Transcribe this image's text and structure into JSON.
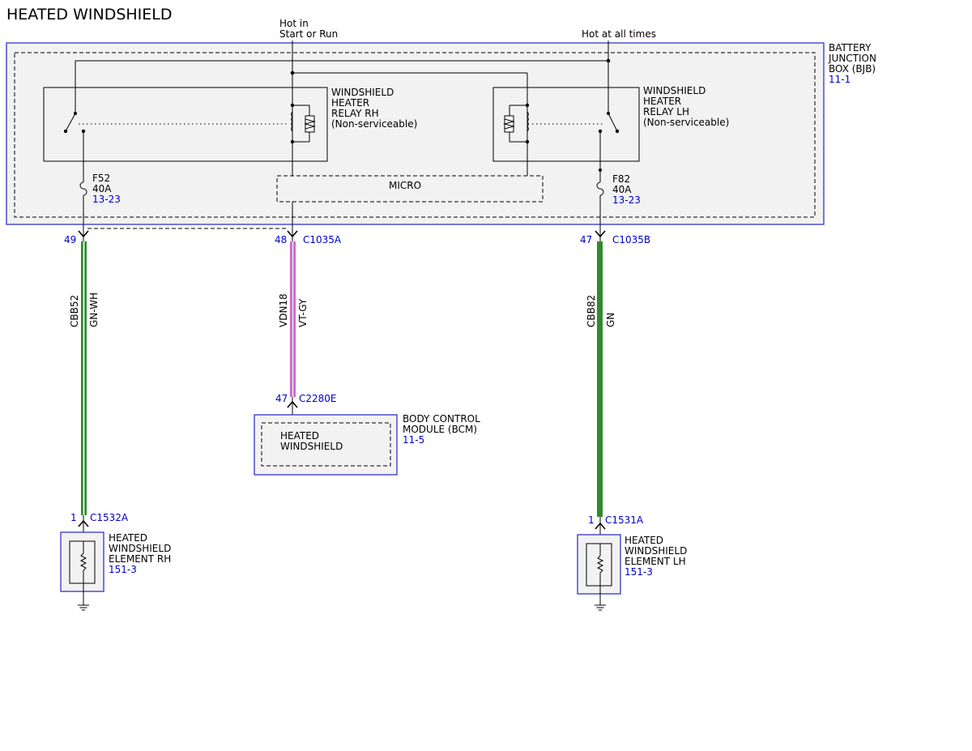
{
  "title": "HEATED WINDSHIELD",
  "power": {
    "hot_run_line1": "Hot in",
    "hot_run_line2": "Start or Run",
    "hot_always": "Hot at all times"
  },
  "bjb": {
    "line1": "BATTERY",
    "line2": "JUNCTION",
    "line3": "BOX (BJB)",
    "ref": "11-1"
  },
  "relay_rh": {
    "line1": "WINDSHIELD",
    "line2": "HEATER",
    "line3": "RELAY RH",
    "line4": "(Non-serviceable)"
  },
  "relay_lh": {
    "line1": "WINDSHIELD",
    "line2": "HEATER",
    "line3": "RELAY LH",
    "line4": "(Non-serviceable)"
  },
  "micro": "MICRO",
  "fuse_f52": {
    "name": "F52",
    "rating": "40A",
    "ref": "13-23"
  },
  "fuse_f82": {
    "name": "F82",
    "rating": "40A",
    "ref": "13-23"
  },
  "connectors": {
    "rh_bjb": {
      "pin": "49"
    },
    "micro_bjb": {
      "pin": "48",
      "name": "C1035A"
    },
    "lh_bjb": {
      "pin": "47",
      "name": "C1035B"
    },
    "bcm": {
      "pin": "47",
      "name": "C2280E"
    },
    "rh_element": {
      "pin": "1",
      "name": "C1532A"
    },
    "lh_element": {
      "pin": "1",
      "name": "C1531A"
    }
  },
  "wires": {
    "rh": {
      "circuit": "CBB52",
      "color_code": "GN-WH",
      "color": "#2e8b2e",
      "stripe": "#ffffff"
    },
    "micro": {
      "circuit": "VDN18",
      "color_code": "VT-GY",
      "color": "#cc66cc",
      "stripe": "#dddddd"
    },
    "lh": {
      "circuit": "CBB82",
      "color_code": "GN",
      "color": "#2e8b2e"
    }
  },
  "bcm": {
    "line1": "BODY CONTROL",
    "line2": "MODULE (BCM)",
    "ref": "11-5",
    "inner_line1": "HEATED",
    "inner_line2": "WINDSHIELD"
  },
  "element_rh": {
    "line1": "HEATED",
    "line2": "WINDSHIELD",
    "line3": "ELEMENT RH",
    "ref": "151-3"
  },
  "element_lh": {
    "line1": "HEATED",
    "line2": "WINDSHIELD",
    "line3": "ELEMENT LH",
    "ref": "151-3"
  },
  "colors": {
    "box_border": "#3333cc",
    "box_fill": "#f2f2f2",
    "ref_text": "#0000cc"
  }
}
